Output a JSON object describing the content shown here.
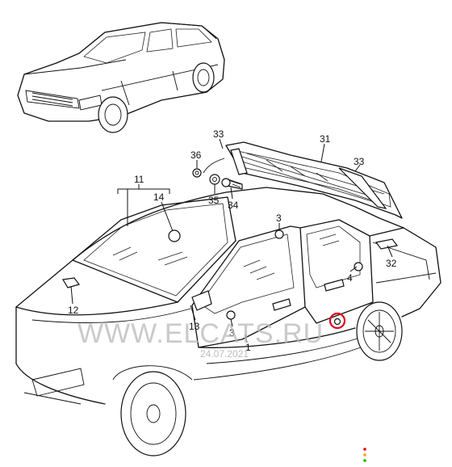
{
  "callouts": [
    {
      "id": "c11",
      "label": "11"
    },
    {
      "id": "c14",
      "label": "14"
    },
    {
      "id": "c33a",
      "label": "33"
    },
    {
      "id": "c31",
      "label": "31"
    },
    {
      "id": "c33b",
      "label": "33"
    },
    {
      "id": "c36",
      "label": "36"
    },
    {
      "id": "c35",
      "label": "35"
    },
    {
      "id": "c34",
      "label": "34"
    },
    {
      "id": "c3a",
      "label": "3"
    },
    {
      "id": "c32",
      "label": "32"
    },
    {
      "id": "c4",
      "label": "4"
    },
    {
      "id": "c12",
      "label": "12"
    },
    {
      "id": "c13",
      "label": "13"
    },
    {
      "id": "c3b",
      "label": "3"
    },
    {
      "id": "c1",
      "label": "1"
    }
  ],
  "watermark": {
    "site": "WWW.ELCATS.RU",
    "date": "24.07.2021"
  },
  "colors": {
    "line": "#111111",
    "highlight": "#e0001b",
    "watermark": "#b9b9b9",
    "dots": [
      "#e0001b",
      "#f5a300",
      "#1db100"
    ]
  }
}
